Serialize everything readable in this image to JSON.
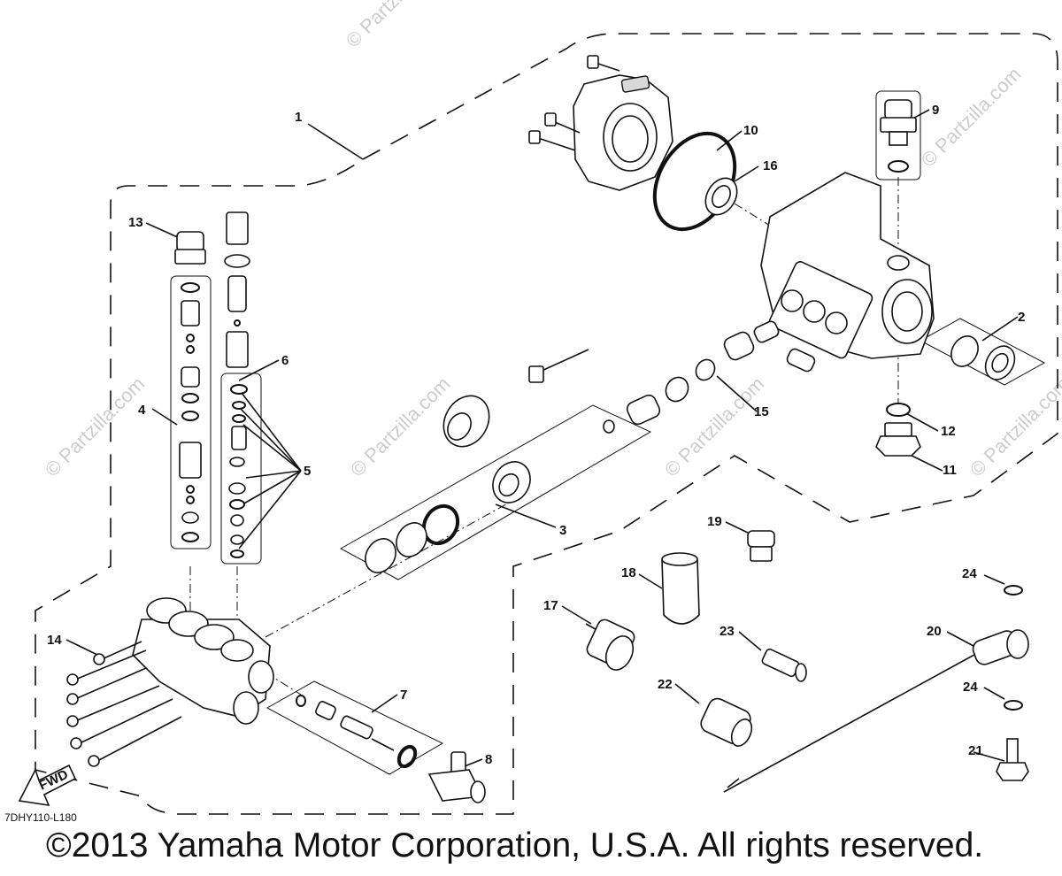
{
  "diagram_code": "7DHY110-L180",
  "copyright": "©2013 Yamaha Motor Corporation, U.S.A. All rights reserved.",
  "watermark": "© Partzilla.com",
  "fwd_label": "FWD",
  "callouts": [
    "1",
    "2",
    "3",
    "4",
    "5",
    "6",
    "7",
    "8",
    "9",
    "10",
    "11",
    "12",
    "13",
    "14",
    "15",
    "16",
    "17",
    "18",
    "19",
    "20",
    "21",
    "22",
    "23",
    "24",
    "24"
  ]
}
